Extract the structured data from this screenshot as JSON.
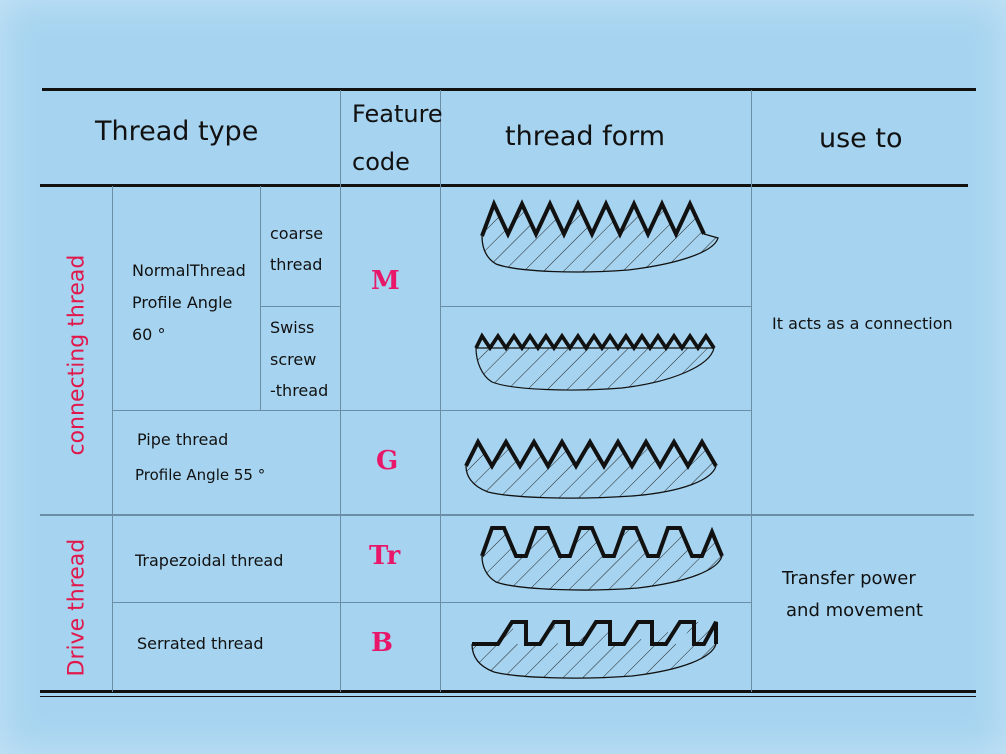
{
  "header": {
    "thread_type": "Thread type",
    "feature_code_1": "Feature",
    "feature_code_2": "code",
    "thread_form": "thread form",
    "use_to": "use to"
  },
  "groups": {
    "connecting": "connecting thread",
    "drive": "Drive thread"
  },
  "normal_thread": {
    "line1": "NormalThread",
    "line2": "Profile Angle",
    "line3": "60 °",
    "coarse_1": "coarse",
    "coarse_2": "thread",
    "swiss_1": "Swiss",
    "swiss_2": "screw",
    "swiss_3": "-thread",
    "code": "M"
  },
  "pipe_thread": {
    "line1": "Pipe thread",
    "line2": "Profile Angle 55 °",
    "code": "G"
  },
  "trapezoidal": {
    "label": "Trapezoidal thread",
    "code": "Tr"
  },
  "serrated": {
    "label": "Serrated thread",
    "code": "B"
  },
  "uses": {
    "connection": "It acts as a connection",
    "transfer_1": "Transfer power",
    "transfer_2": "and movement"
  },
  "colors": {
    "background": "#a6d4f0",
    "group_label": "#e0184c",
    "feature_code": "#e8176a"
  },
  "icons": {
    "coarse_form": "triangular-thread-coarse-icon",
    "fine_form": "triangular-thread-fine-icon",
    "pipe_form": "triangular-thread-pipe-icon",
    "trapezoidal_form": "trapezoidal-thread-icon",
    "serrated_form": "serrated-thread-icon"
  }
}
